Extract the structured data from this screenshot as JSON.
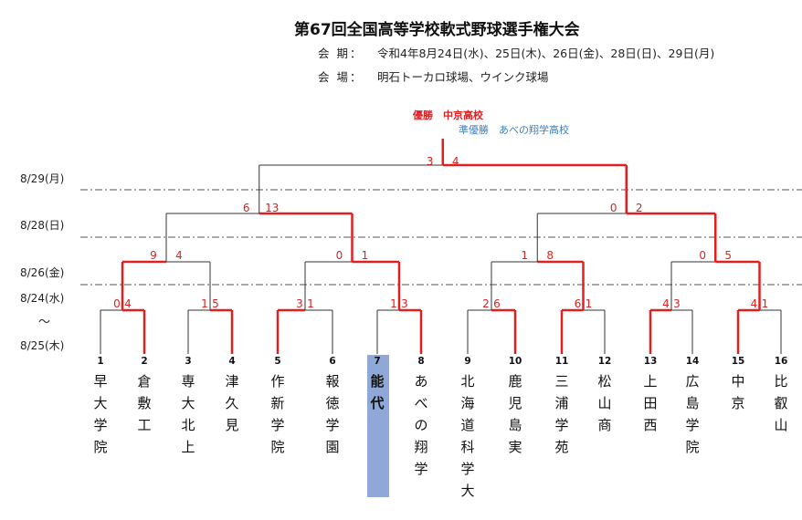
{
  "header": {
    "title": "第67回全国高等学校軟式野球選手権大会",
    "period_label": "会 期：",
    "period_value": "令和4年8月24日(水)、25日(木)、26日(金)、28日(日)、29日(月)",
    "venue_label": "会 場：",
    "venue_value": "明石トーカロ球場、ウインク球場"
  },
  "result": {
    "winner": "優勝　中京高校",
    "runner_up": "準優勝　あべの翔学高校"
  },
  "dates": [
    "8/29(月)",
    "8/28(日)",
    "8/26(金)",
    "8/24(水)",
    "〜",
    "8/25(木)"
  ],
  "teams": [
    {
      "seed": "1",
      "name": "早大学院"
    },
    {
      "seed": "2",
      "name": "倉敷工"
    },
    {
      "seed": "3",
      "name": "専大北上"
    },
    {
      "seed": "4",
      "name": "津久見"
    },
    {
      "seed": "5",
      "name": "作新学院"
    },
    {
      "seed": "6",
      "name": "報徳学園"
    },
    {
      "seed": "7",
      "name": "能代"
    },
    {
      "seed": "8",
      "name": "あべの翔学"
    },
    {
      "seed": "9",
      "name": "北海道科学大"
    },
    {
      "seed": "10",
      "name": "鹿児島実"
    },
    {
      "seed": "11",
      "name": "三浦学苑"
    },
    {
      "seed": "12",
      "name": "松山商"
    },
    {
      "seed": "13",
      "name": "上田西"
    },
    {
      "seed": "14",
      "name": "広島学院"
    },
    {
      "seed": "15",
      "name": "中京"
    },
    {
      "seed": "16",
      "name": "比叡山"
    }
  ],
  "rounds": {
    "round1": [
      {
        "left": "0",
        "right": "4",
        "winner": "right"
      },
      {
        "left": "1",
        "right": "5",
        "winner": "right"
      },
      {
        "left": "3",
        "right": "1",
        "winner": "left"
      },
      {
        "left": "1",
        "right": "3",
        "winner": "right"
      },
      {
        "left": "2",
        "right": "6",
        "winner": "right"
      },
      {
        "left": "6",
        "right": "1",
        "winner": "left"
      },
      {
        "left": "4",
        "right": "3",
        "winner": "left"
      },
      {
        "left": "4",
        "right": "1",
        "winner": "left"
      }
    ],
    "round2": [
      {
        "left": "9",
        "right": "4",
        "winner": "left"
      },
      {
        "left": "0",
        "right": "1",
        "winner": "right"
      },
      {
        "left": "1",
        "right": "8",
        "winner": "right"
      },
      {
        "left": "0",
        "right": "5",
        "winner": "right"
      }
    ],
    "semifinal": [
      {
        "left": "6",
        "right": "13",
        "winner": "right"
      },
      {
        "left": "0",
        "right": "2",
        "winner": "right"
      }
    ],
    "final": [
      {
        "left": "3",
        "right": "4",
        "winner": "right"
      }
    ]
  },
  "host_team_index": 6,
  "colors": {
    "win": "#e02020",
    "line": "#333333",
    "runner_up": "#3a7fc0",
    "host_highlight": "#8fa8d8"
  }
}
